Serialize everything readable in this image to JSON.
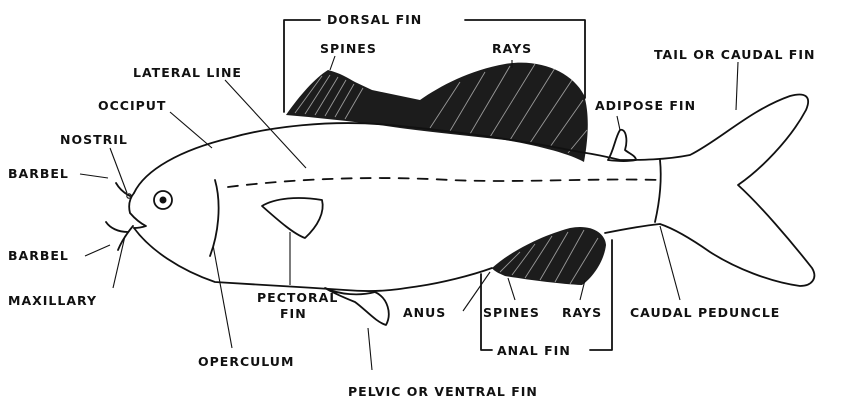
{
  "labels": {
    "dorsal_fin": "DORSAL FIN",
    "spines_top": "SPINES",
    "rays_top": "RAYS",
    "tail": "TAIL OR CAUDAL FIN",
    "lateral_line": "LATERAL LINE",
    "occiput": "OCCIPUT",
    "nostril": "NOSTRIL",
    "barbel_top": "BARBEL",
    "barbel_bottom": "BARBEL",
    "maxillary": "MAXILLARY",
    "adipose_fin": "ADIPOSE FIN",
    "pectoral_line1": "PECTORAL",
    "pectoral_line2": "FIN",
    "operculum": "OPERCULUM",
    "anus": "ANUS",
    "spines_bottom": "SPINES",
    "rays_bottom": "RAYS",
    "caudal_peduncle": "CAUDAL PEDUNCLE",
    "anal_fin": "ANAL FIN",
    "pelvic_fin": "PELVIC OR VENTRAL FIN"
  },
  "colors": {
    "ink": "#111111",
    "background": "#ffffff"
  }
}
